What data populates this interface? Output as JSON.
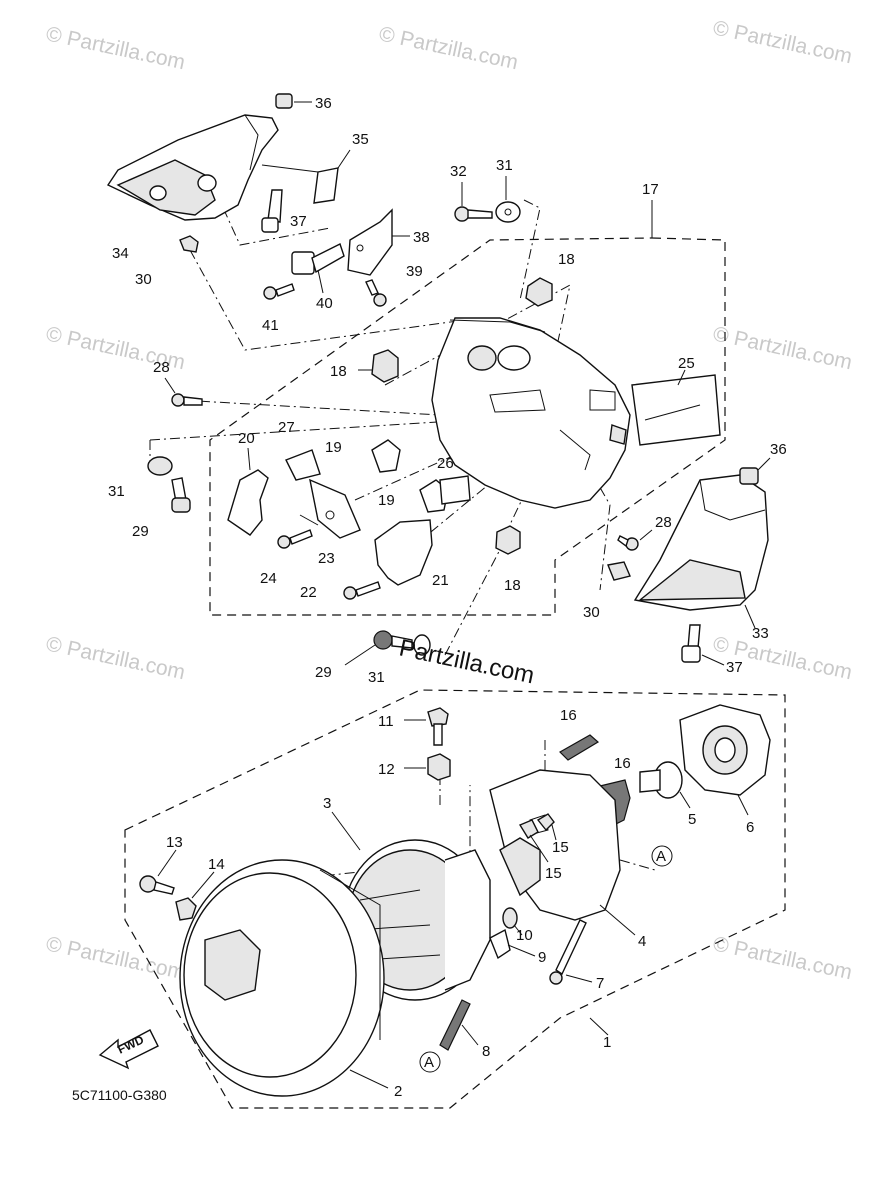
{
  "watermarks": [
    "© Partzilla.com",
    "© Partzilla.com",
    "© Partzilla.com",
    "© Partzilla.com",
    "© Partzilla.com",
    "© Partzilla.com",
    "© Partzilla.com",
    "© Partzilla.com",
    "© Partzilla.com"
  ],
  "brand_text": "Partzilla.com",
  "fwd_label": "FWD",
  "diagram_code": "5C71100-G380",
  "ref_mark": "A",
  "callouts": [
    "36",
    "35",
    "32",
    "31",
    "17",
    "38",
    "34",
    "30",
    "37",
    "18",
    "39",
    "40",
    "41",
    "18",
    "28",
    "25",
    "31",
    "20",
    "27",
    "19",
    "26",
    "29",
    "19",
    "36",
    "28",
    "23",
    "24",
    "21",
    "22",
    "18",
    "30",
    "33",
    "29",
    "31",
    "37",
    "11",
    "16",
    "12",
    "16",
    "3",
    "5",
    "6",
    "15",
    "15",
    "13",
    "14",
    "10",
    "9",
    "4",
    "7",
    "8",
    "2",
    "1"
  ]
}
